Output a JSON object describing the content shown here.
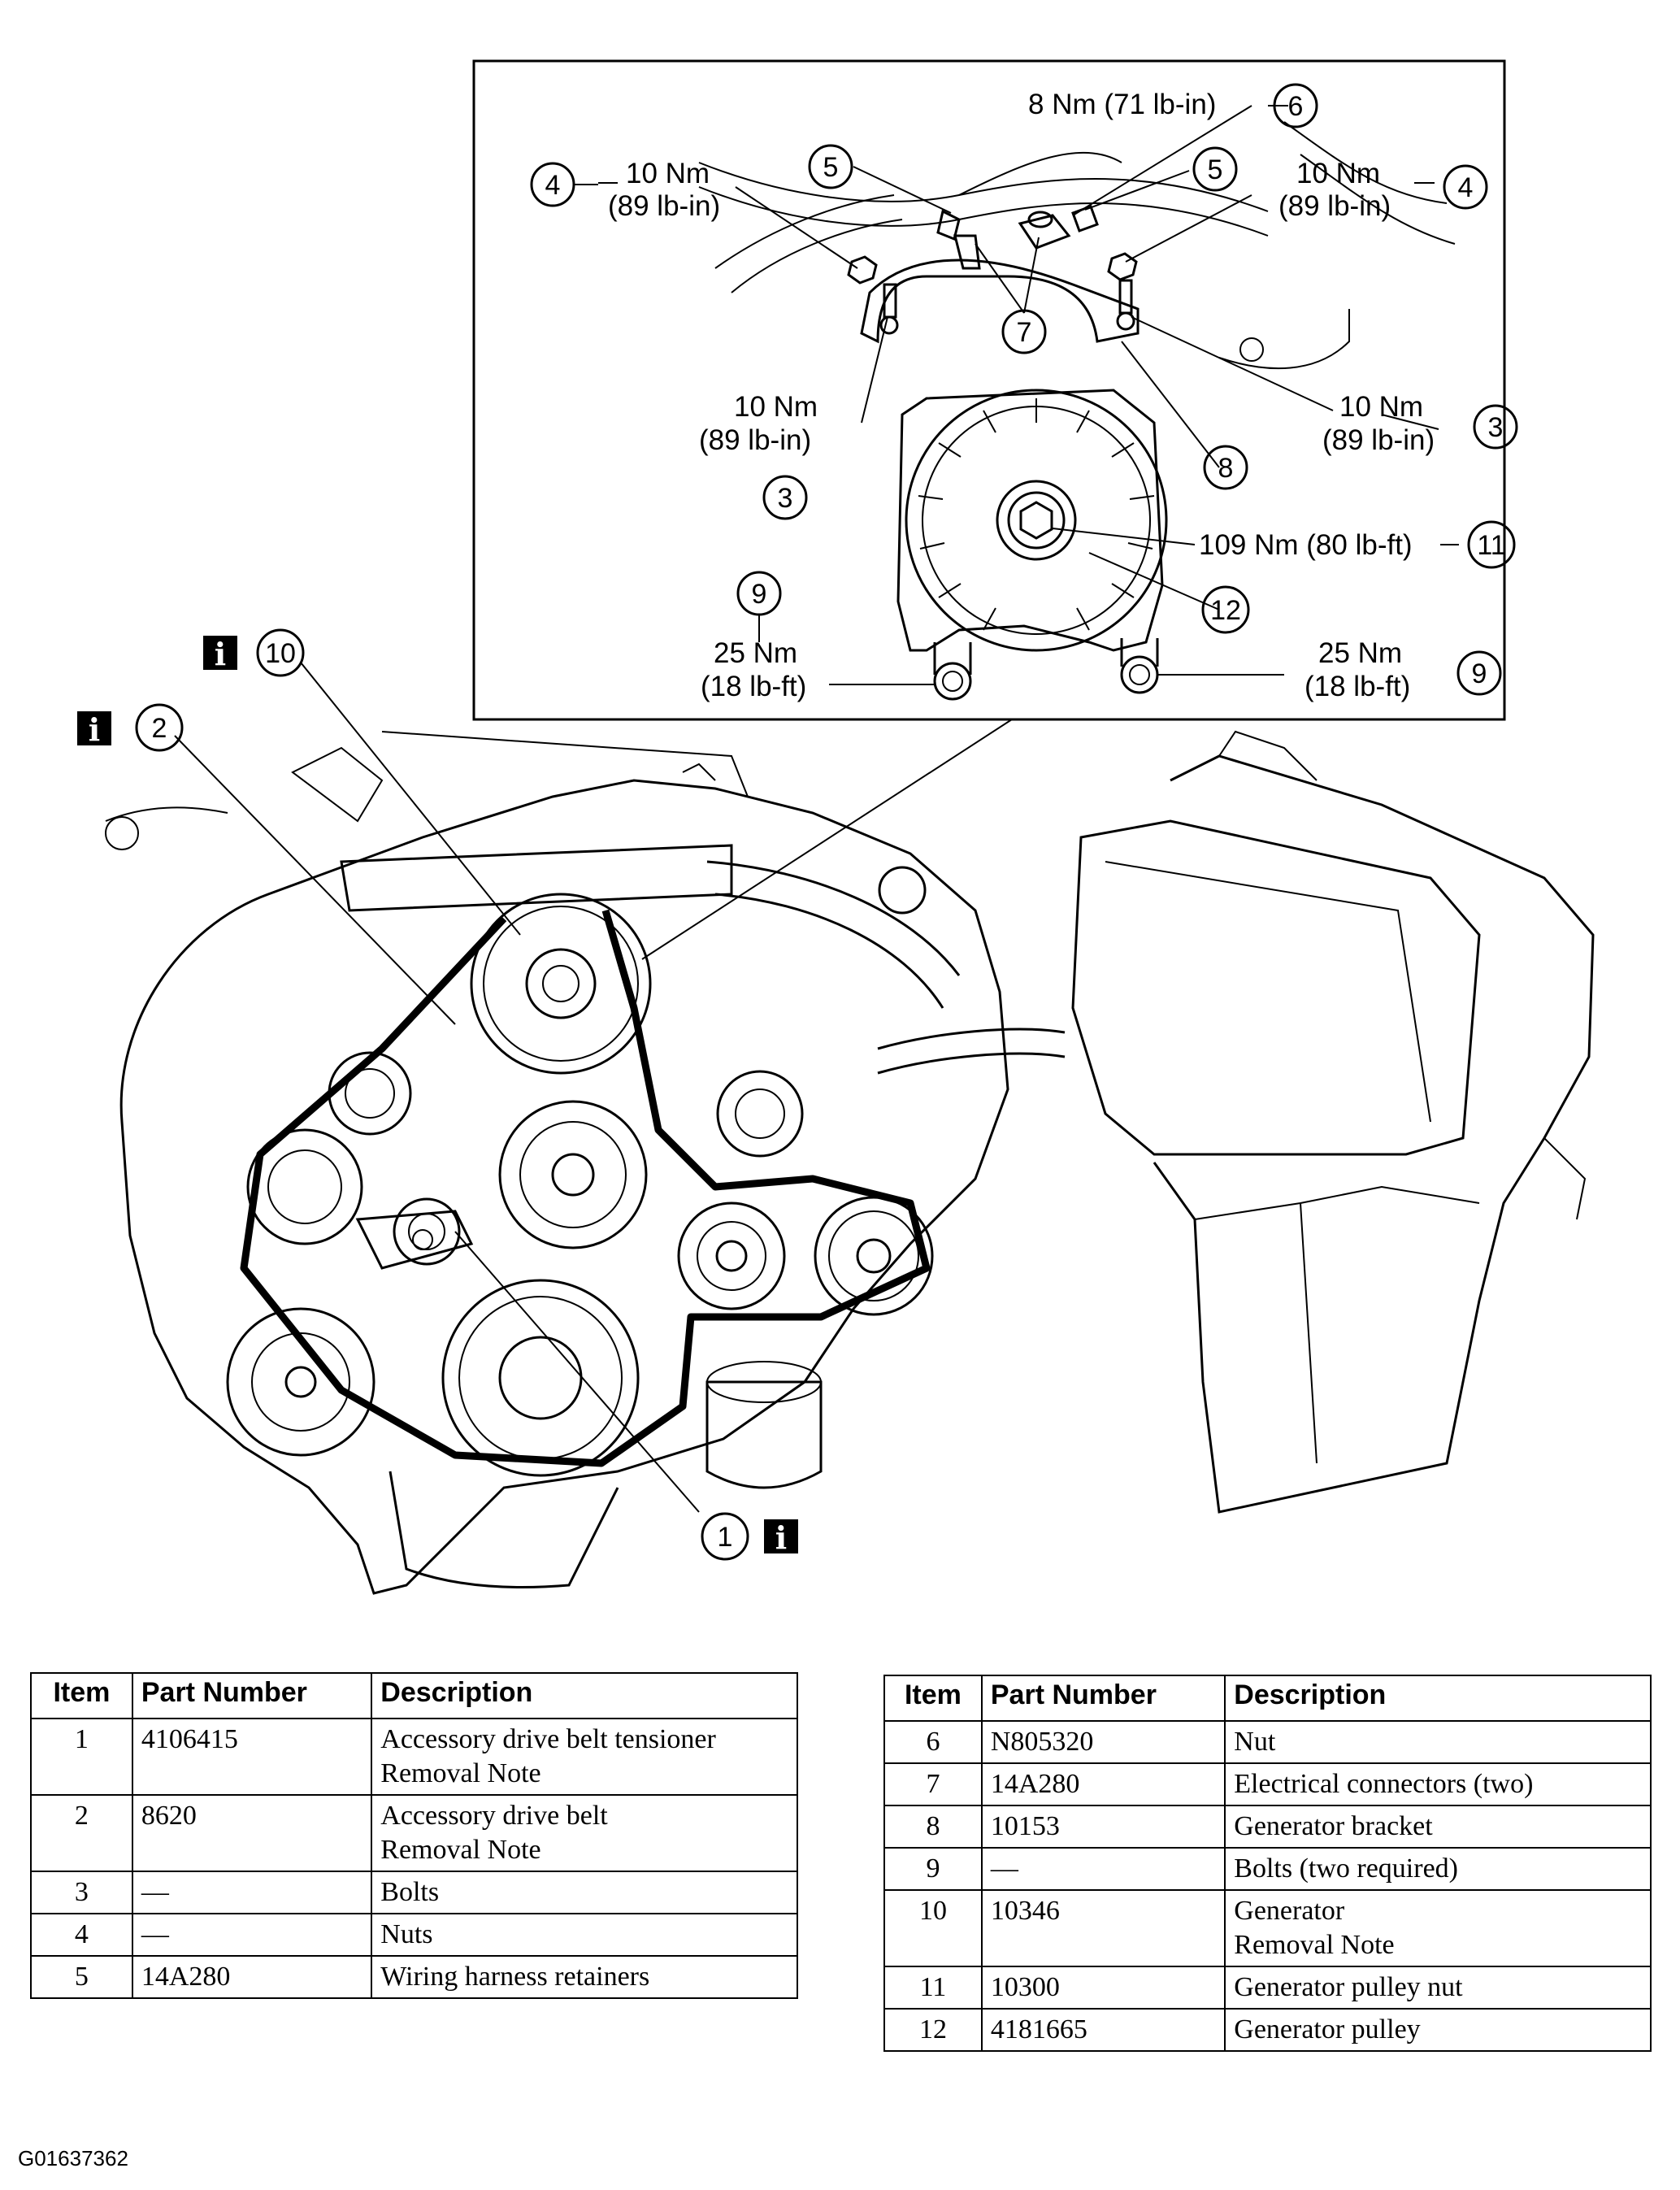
{
  "detail_callouts": {
    "c6": {
      "num": "6",
      "torque": "8 Nm (71 lb-in)"
    },
    "c4_left": {
      "num": "4",
      "torque_nm": "10 Nm",
      "torque_alt": "(89 lb-in)"
    },
    "c5_left": {
      "num": "5"
    },
    "c5_right": {
      "num": "5"
    },
    "c4_right": {
      "num": "4",
      "torque_nm": "10 Nm",
      "torque_alt": "(89 lb-in)"
    },
    "c7": {
      "num": "7"
    },
    "c3_left": {
      "num": "3",
      "torque_nm": "10 Nm",
      "torque_alt": "(89 lb-in)"
    },
    "c3_right": {
      "num": "3",
      "torque_nm": "10 Nm",
      "torque_alt": "(89 lb-in)"
    },
    "c8": {
      "num": "8"
    },
    "c11": {
      "num": "11",
      "torque": "109 Nm (80 lb-ft)"
    },
    "c12": {
      "num": "12"
    },
    "c9_left": {
      "num": "9",
      "torque_nm": "25 Nm",
      "torque_alt": "(18 lb-ft)"
    },
    "c9_right": {
      "num": "9",
      "torque_nm": "25 Nm",
      "torque_alt": "(18 lb-ft)"
    }
  },
  "engine_callouts": {
    "c10": {
      "num": "10",
      "info": "i"
    },
    "c2": {
      "num": "2",
      "info": "i"
    },
    "c1": {
      "num": "1",
      "info": "i"
    }
  },
  "tables": {
    "headers": {
      "item": "Item",
      "part_number": "Part Number",
      "description": "Description"
    },
    "left": [
      {
        "item": "1",
        "part": "4106415",
        "desc": [
          "Accessory drive belt tensioner",
          "Removal Note"
        ]
      },
      {
        "item": "2",
        "part": "8620",
        "desc": [
          "Accessory drive belt",
          "Removal Note"
        ]
      },
      {
        "item": "3",
        "part": "—",
        "desc": [
          "Bolts"
        ]
      },
      {
        "item": "4",
        "part": "—",
        "desc": [
          "Nuts"
        ]
      },
      {
        "item": "5",
        "part": "14A280",
        "desc": [
          "Wiring harness retainers"
        ]
      }
    ],
    "right": [
      {
        "item": "6",
        "part": "N805320",
        "desc": [
          "Nut"
        ]
      },
      {
        "item": "7",
        "part": "14A280",
        "desc": [
          "Electrical connectors (two)"
        ]
      },
      {
        "item": "8",
        "part": "10153",
        "desc": [
          "Generator bracket"
        ]
      },
      {
        "item": "9",
        "part": "—",
        "desc": [
          "Bolts (two required)"
        ]
      },
      {
        "item": "10",
        "part": "10346",
        "desc": [
          "Generator",
          "Removal Note"
        ]
      },
      {
        "item": "11",
        "part": "10300",
        "desc": [
          "Generator pulley nut"
        ]
      },
      {
        "item": "12",
        "part": "4181665",
        "desc": [
          "Generator pulley"
        ]
      }
    ]
  },
  "figure_code": "G01637362"
}
